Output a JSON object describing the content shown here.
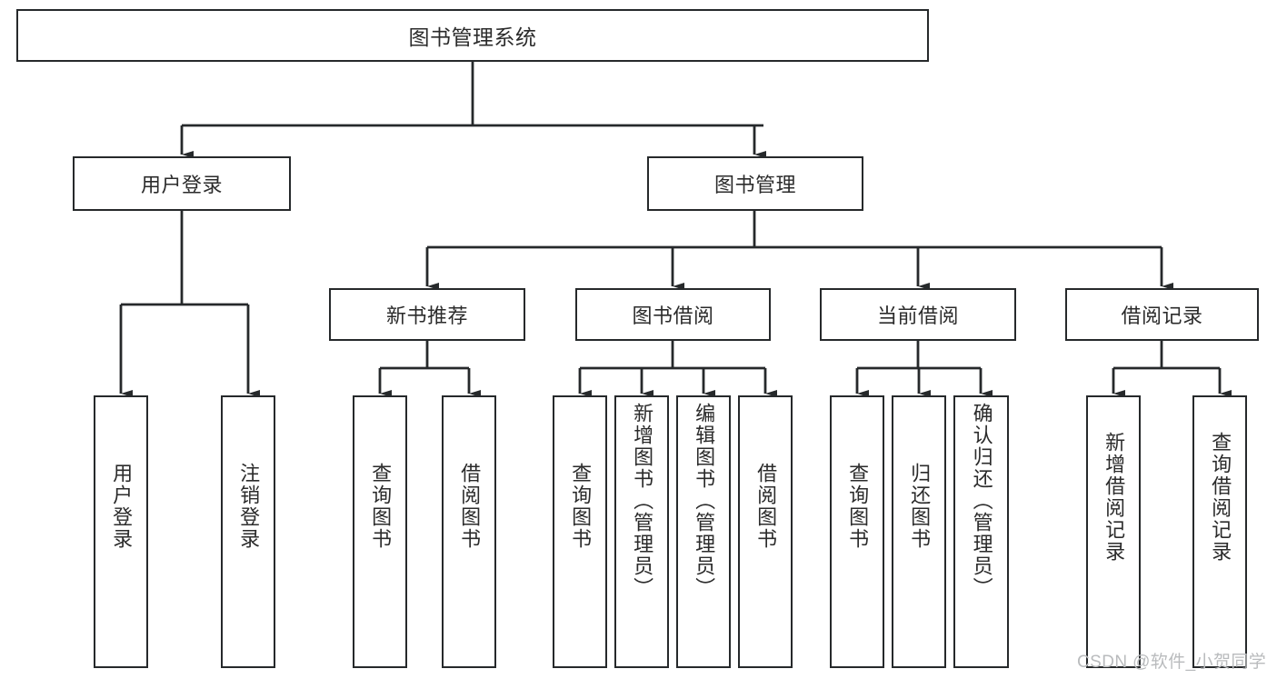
{
  "diagram": {
    "title": "图书管理系统",
    "type": "tree-hierarchy",
    "watermark": "CSDN @软件_小贺同学",
    "colors": {
      "border": "#26292b",
      "text": "#2b2b2b",
      "background": "#ffffff",
      "watermark": "#b9bbbd"
    },
    "nodes": {
      "root": {
        "label": "图书管理系统"
      },
      "level2": [
        {
          "id": "user-login",
          "label": "用户登录"
        },
        {
          "id": "book-management",
          "label": "图书管理"
        }
      ],
      "level3": [
        {
          "id": "new-book-recommend",
          "label": "新书推荐"
        },
        {
          "id": "book-borrow",
          "label": "图书借阅"
        },
        {
          "id": "current-borrow",
          "label": "当前借阅"
        },
        {
          "id": "borrow-record",
          "label": "借阅记录"
        }
      ],
      "leaves": {
        "user_login": [
          {
            "id": "leaf-user-login",
            "label": "用户登录"
          },
          {
            "id": "leaf-logout",
            "label": "注销登录"
          }
        ],
        "new_book_recommend": [
          {
            "id": "leaf-query-book-1",
            "label": "查询图书"
          },
          {
            "id": "leaf-borrow-book-1",
            "label": "借阅图书"
          }
        ],
        "book_borrow": [
          {
            "id": "leaf-query-book-2",
            "label": "查询图书"
          },
          {
            "id": "leaf-add-book",
            "label": "新增图书（管理员）"
          },
          {
            "id": "leaf-edit-book",
            "label": "编辑图书（管理员）"
          },
          {
            "id": "leaf-borrow-book-2",
            "label": "借阅图书"
          }
        ],
        "current_borrow": [
          {
            "id": "leaf-query-book-3",
            "label": "查询图书"
          },
          {
            "id": "leaf-return-book",
            "label": "归还图书"
          },
          {
            "id": "leaf-confirm-return",
            "label": "确认归还（管理员）"
          }
        ],
        "borrow_record": [
          {
            "id": "leaf-add-record",
            "label": "新增借阅记录"
          },
          {
            "id": "leaf-query-record",
            "label": "查询借阅记录"
          }
        ]
      }
    }
  }
}
